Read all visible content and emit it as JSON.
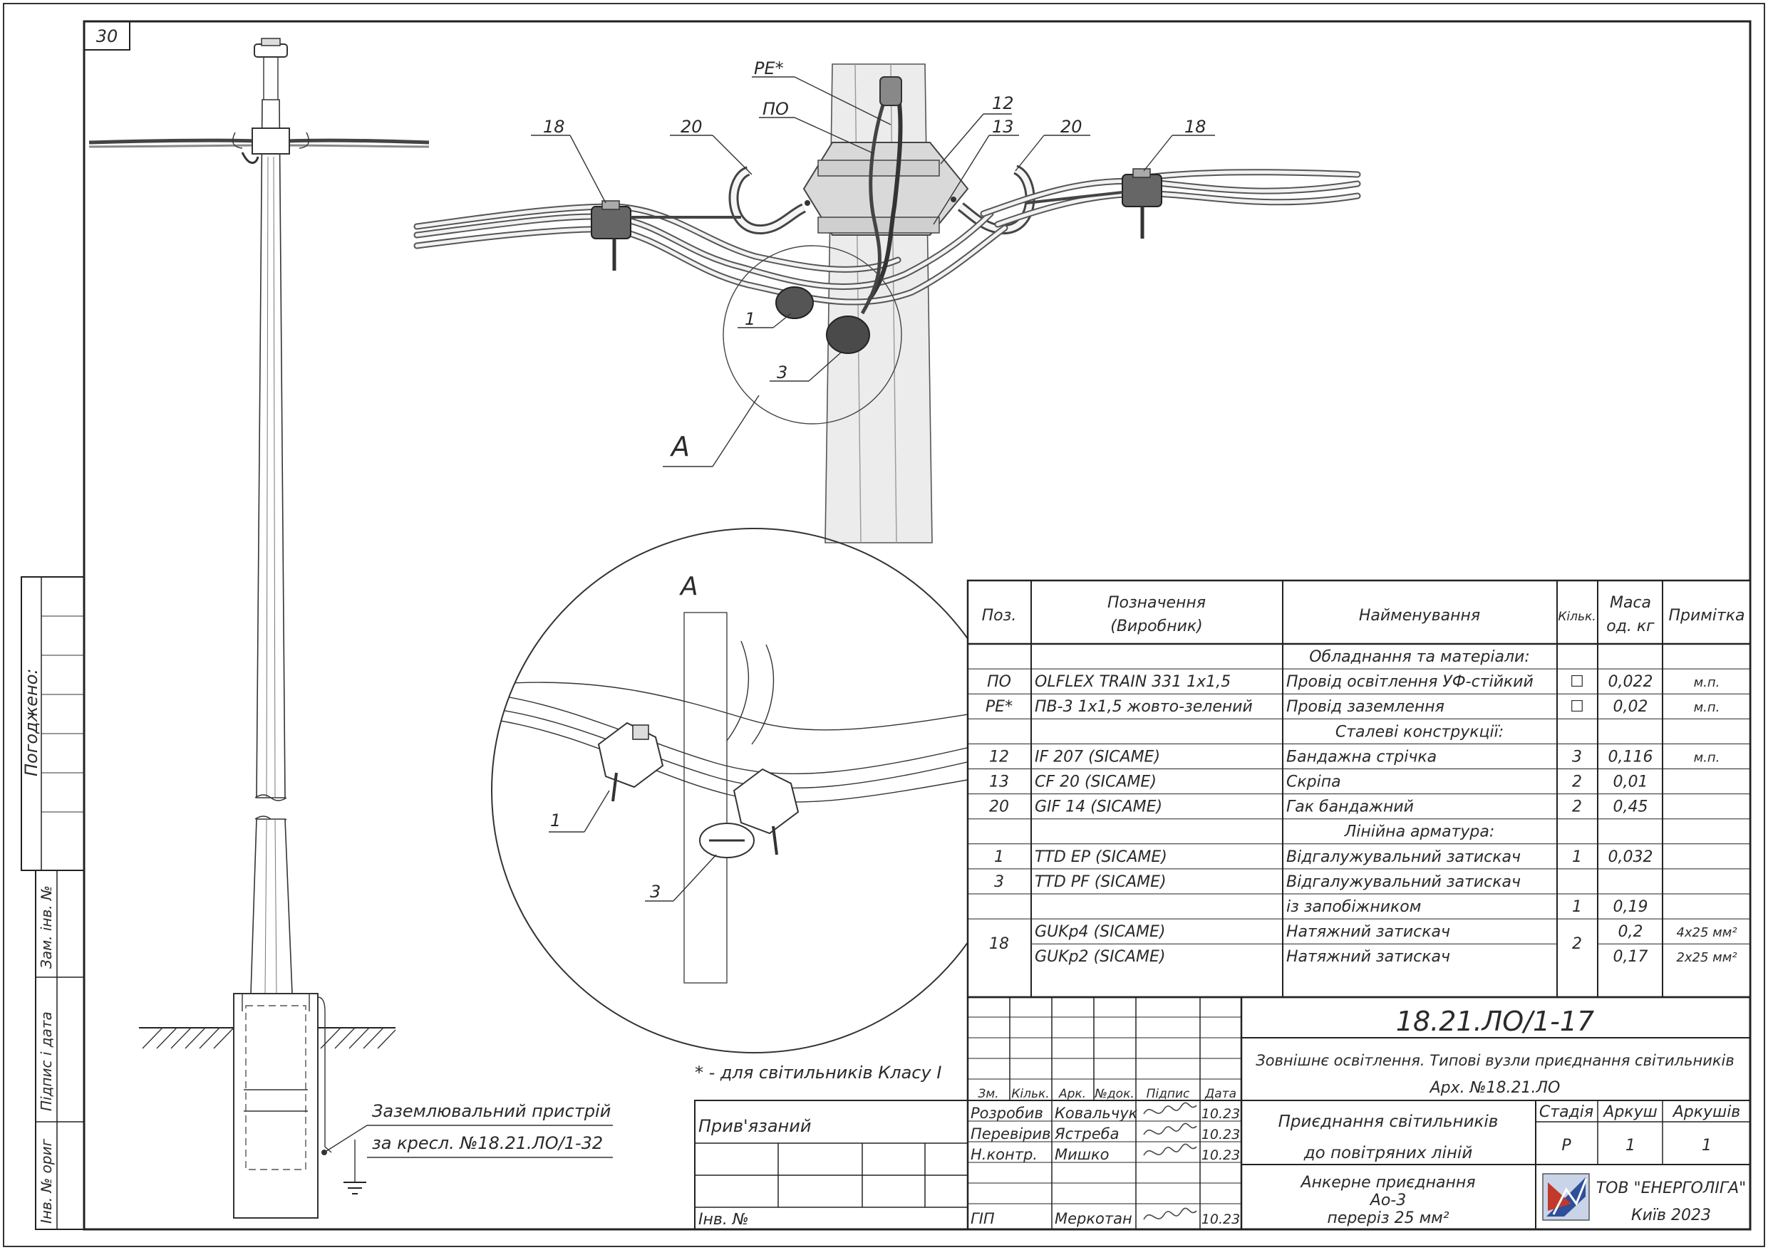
{
  "sheet": {
    "page_number": "30"
  },
  "side_stamp": {
    "agreed": "Погоджено:",
    "replaced_inv": "Зам. інв. №",
    "sign_date": "Підпис і дата",
    "inv_orig": "Інв. № ориг"
  },
  "drawing": {
    "callouts": {
      "pe": "PE*",
      "po": "ПО",
      "p12": "12",
      "p13": "13",
      "p20_left": "20",
      "p20_right": "20",
      "p18_left": "18",
      "p18_right": "18",
      "p1": "1",
      "p3": "3",
      "view_a_label": "A"
    },
    "detail": {
      "title": "A",
      "p1": "1",
      "p3": "3"
    },
    "grounding_note_line1": "Заземлювальний пристрій",
    "grounding_note_line2": "за кресл. №18.21.ЛО/1-32",
    "class_note": "* - для світильників Класу I"
  },
  "spec_table": {
    "headers": {
      "pos": "Поз.",
      "designation_line1": "Позначення",
      "designation_line2": "(Виробник)",
      "name": "Найменування",
      "qty": "Кільк.",
      "mass_line1": "Маса",
      "mass_line2": "од. кг",
      "note": "Примітка"
    },
    "rows": [
      {
        "pos": "",
        "designation": "",
        "name": "Обладнання та матеріали:",
        "qty": "",
        "mass": "",
        "note": "",
        "section": true
      },
      {
        "pos": "ПО",
        "designation": "OLFLEX TRAIN 331 1x1,5",
        "name": "Провід освітлення УФ-стійкий",
        "qty": "☐",
        "mass": "0,022",
        "note": "м.п."
      },
      {
        "pos": "PE*",
        "designation": "ПВ-3 1х1,5 жовто-зелений",
        "name": "Провід заземлення",
        "qty": "☐",
        "mass": "0,02",
        "note": "м.п."
      },
      {
        "pos": "",
        "designation": "",
        "name": "Сталеві конструкції:",
        "qty": "",
        "mass": "",
        "note": "",
        "section": true
      },
      {
        "pos": "12",
        "designation": "IF 207   (SICAME)",
        "name": "Бандажна стрічка",
        "qty": "3",
        "mass": "0,116",
        "note": "м.п."
      },
      {
        "pos": "13",
        "designation": "CF 20   (SICAME)",
        "name": "Скріпа",
        "qty": "2",
        "mass": "0,01",
        "note": ""
      },
      {
        "pos": "20",
        "designation": "GIF 14   (SICAME)",
        "name": "Гак бандажний",
        "qty": "2",
        "mass": "0,45",
        "note": ""
      },
      {
        "pos": "",
        "designation": "",
        "name": "Лінійна арматура:",
        "qty": "",
        "mass": "",
        "note": "",
        "section": true
      },
      {
        "pos": "1",
        "designation": "TTD EP   (SICAME)",
        "name": "Відгалужувальний затискач",
        "qty": "1",
        "mass": "0,032",
        "note": ""
      },
      {
        "pos": "3",
        "designation": "TTD PF   (SICAME)",
        "name": "Відгалужувальний затискач",
        "qty": "",
        "mass": "",
        "note": ""
      },
      {
        "pos": "",
        "designation": "",
        "name": "із запобіжником",
        "qty": "1",
        "mass": "0,19",
        "note": ""
      },
      {
        "pos": "18",
        "designation": "GUKp4   (SICAME)",
        "name": "Натяжний затискач",
        "qty": "2",
        "mass": "0,2",
        "note": "4x25 мм²"
      },
      {
        "pos": "",
        "designation": "GUKp2   (SICAME)",
        "name": "Натяжний затискач",
        "qty": "",
        "mass": "0,17",
        "note": "2x25 мм²"
      }
    ]
  },
  "title_block": {
    "doc_number": "18.21.ЛО/1-17",
    "project_line1": "Зовнішнє освітлення. Типові вузли приєднання світильників",
    "project_line2": "Арх. №18.21.ЛО",
    "col_headers": [
      "Зм.",
      "Кільк.",
      "Арк.",
      "№док.",
      "Підпис",
      "Дата"
    ],
    "staff": [
      {
        "role": "Розробив",
        "name": "Ковальчук",
        "date": "10.23"
      },
      {
        "role": "Перевірив",
        "name": "Ястреба",
        "date": "10.23"
      },
      {
        "role": "Н.контр.",
        "name": "Мишко",
        "date": "10.23"
      },
      {
        "role": "ГІП",
        "name": "Меркотан",
        "date": "10.23"
      }
    ],
    "sheet_title_line1": "Приєднання світильників",
    "sheet_title_line2": "до повітряних ліній",
    "stage_label": "Стадія",
    "sheet_label": "Аркуш",
    "sheets_label": "Аркушів",
    "stage": "Р",
    "sheet": "1",
    "sheets": "1",
    "drawing_title_line1": "Анкерне приєднання",
    "drawing_title_line2": "Ао-3",
    "drawing_title_line3": "переріз 25 мм²",
    "company": "ТОВ \"ЕНЕРГОЛІГА\"",
    "city_year": "Київ 2023",
    "linked": "Прив'язаний",
    "inv_no": "Інв. №"
  }
}
